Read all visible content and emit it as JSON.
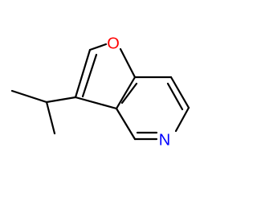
{
  "structure": {
    "atoms": [
      {
        "id": "O1",
        "label": "O",
        "color": "#ff0000"
      },
      {
        "id": "N1",
        "label": "N",
        "color": "#0000ff"
      }
    ]
  }
}
